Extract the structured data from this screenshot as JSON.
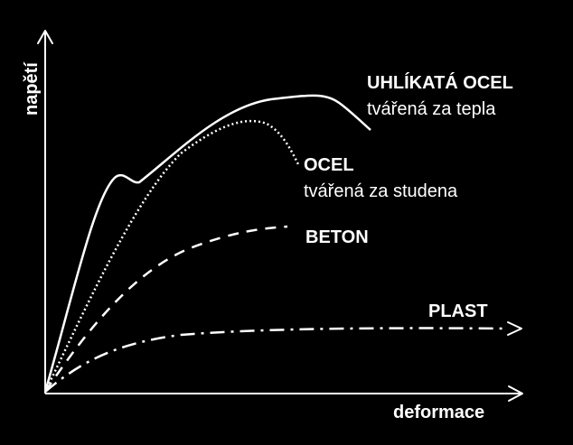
{
  "colors": {
    "background": "#000000",
    "foreground": "#ffffff"
  },
  "axes": {
    "y_label": "napětí",
    "x_label": "deformace"
  },
  "curves": [
    {
      "id": "hot",
      "name": "UHLÍKATÁ OCEL",
      "subtitle": "tvářená za tepla",
      "line_style": "solid"
    },
    {
      "id": "cold",
      "name": "OCEL",
      "subtitle": "tvářená za studena",
      "line_style": "dotted"
    },
    {
      "id": "concrete",
      "name": "BETON",
      "subtitle": "",
      "line_style": "dashed"
    },
    {
      "id": "plastic",
      "name": "PLAST",
      "subtitle": "",
      "line_style": "dash-dot"
    }
  ]
}
